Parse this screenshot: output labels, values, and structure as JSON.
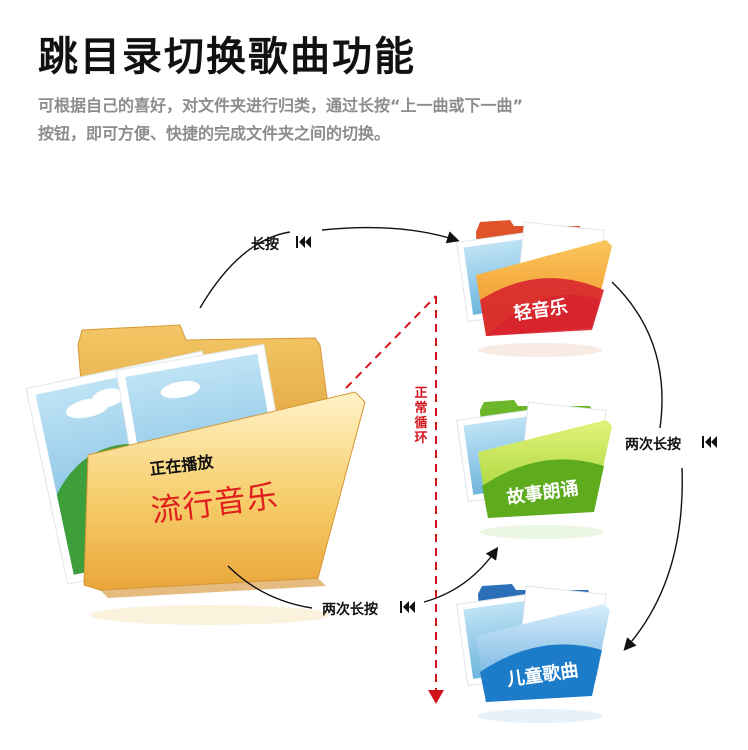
{
  "header": {
    "title": "跳目录切换歌曲功能",
    "desc_line1": "可根据自己的喜好，对文件夹进行归类，通过长按“上一曲或下一曲”",
    "desc_line2": "按钮，即可方便、快捷的完成文件夹之间的切换。"
  },
  "current_folder": {
    "status": "正在播放",
    "name": "流行音乐"
  },
  "folders": [
    {
      "label": "轻音乐",
      "color": "#d8262e"
    },
    {
      "label": "故事朗诵",
      "color": "#5eab1e"
    },
    {
      "label": "儿童歌曲",
      "color": "#1d7cc9"
    }
  ],
  "actions": {
    "long_press": "长按",
    "double_long_press_right": "两次长按",
    "double_long_press_bottom": "两次长按",
    "loop": "正常循环"
  },
  "icons": {
    "skip": "skip-previous-icon"
  },
  "colors": {
    "loop_line": "#d4141c",
    "big_folder": "#f3c257"
  }
}
